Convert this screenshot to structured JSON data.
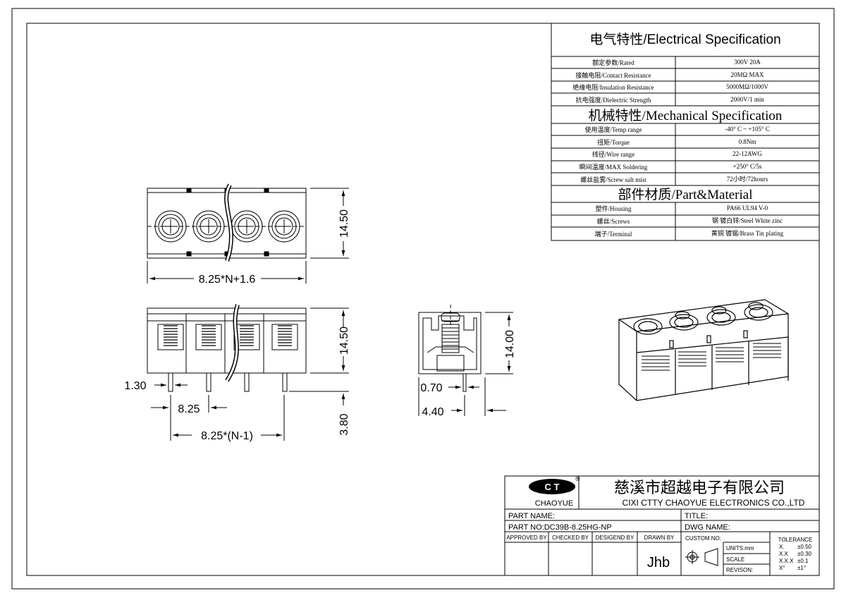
{
  "spec_table": {
    "electrical": {
      "header": "电气特性/Electrical Specification",
      "rows": [
        {
          "label": "额定参数/Rated",
          "value": "300V  20A"
        },
        {
          "label": "接触电阻/Contact Resistance",
          "value": "20MΩ MAX"
        },
        {
          "label": "绝缘电阻/Insulation Resistance",
          "value": "5000MΩ/1000V"
        },
        {
          "label": "抗电强度/Dielectric Strength",
          "value": "2000V/1 min"
        }
      ]
    },
    "mechanical": {
      "header": "机械特性/Mechanical Specification",
      "rows": [
        {
          "label": "使用温度/Temp range",
          "value": "-40° C ~ +105° C"
        },
        {
          "label": "扭矩/Torque",
          "value": "0.8Nm"
        },
        {
          "label": "线径/Wire range",
          "value": "22-12AWG"
        },
        {
          "label": "瞬间温度/MAX Soldering",
          "value": "+250° C/5s"
        },
        {
          "label": "螺丝盐雾/Screw salt mist",
          "value": "72小时/72hours"
        }
      ]
    },
    "material": {
      "header": "部件材质/Part&Material",
      "rows": [
        {
          "label": "塑件/Housing",
          "value": "PA66 UL94 V-0"
        },
        {
          "label": "螺丝/Screws",
          "value": "钢 镀白锌/Steel White zinc"
        },
        {
          "label": "端子/Terminal",
          "value": "黄铜 镀锡/Brass Tin  plating"
        }
      ]
    }
  },
  "dimensions": {
    "top_width": "8.25*N+1.6",
    "top_height": "14.50",
    "front_height": "14.50",
    "pin_length": "1.30",
    "pitch": "8.25",
    "pitch_total": "8.25*(N-1)",
    "pin_bottom": "3.80",
    "side_height": "14.00",
    "side_pin": "0.70",
    "side_offset": "4.40"
  },
  "title_block": {
    "logo_text": "CHAOYUE",
    "registered": "®",
    "company_cn": "慈溪市超越电子有限公司",
    "company_en": "CIXI CTTY  CHAOYUE ELECTRONICS CO.,LTD",
    "part_name_label": "PART NAME:",
    "title_label": "TITLE:",
    "part_no_label": "PART NO:DC39B-8.25HG-NP",
    "dwg_name_label": "DWG NAME:",
    "approved_by": "APPROVED BY",
    "checked_by": "CHECKED BY",
    "designed_by": "DESIGEND BY",
    "drawn_by": "DRAWN BY",
    "drawn_by_value": "Jhb",
    "custom_no": "CUSTOM NO:",
    "units": "UNITS:mm",
    "scale": "SCALE",
    "revision": "REVISON:",
    "tolerance_title": "TOLERANCE",
    "tolerances": [
      {
        "key": "X.",
        "value": "±0.50"
      },
      {
        "key": "X.X",
        "value": "±0.30"
      },
      {
        "key": "X.X.X",
        "value": "±0.1"
      },
      {
        "key": "X°",
        "value": "±1°"
      }
    ]
  }
}
